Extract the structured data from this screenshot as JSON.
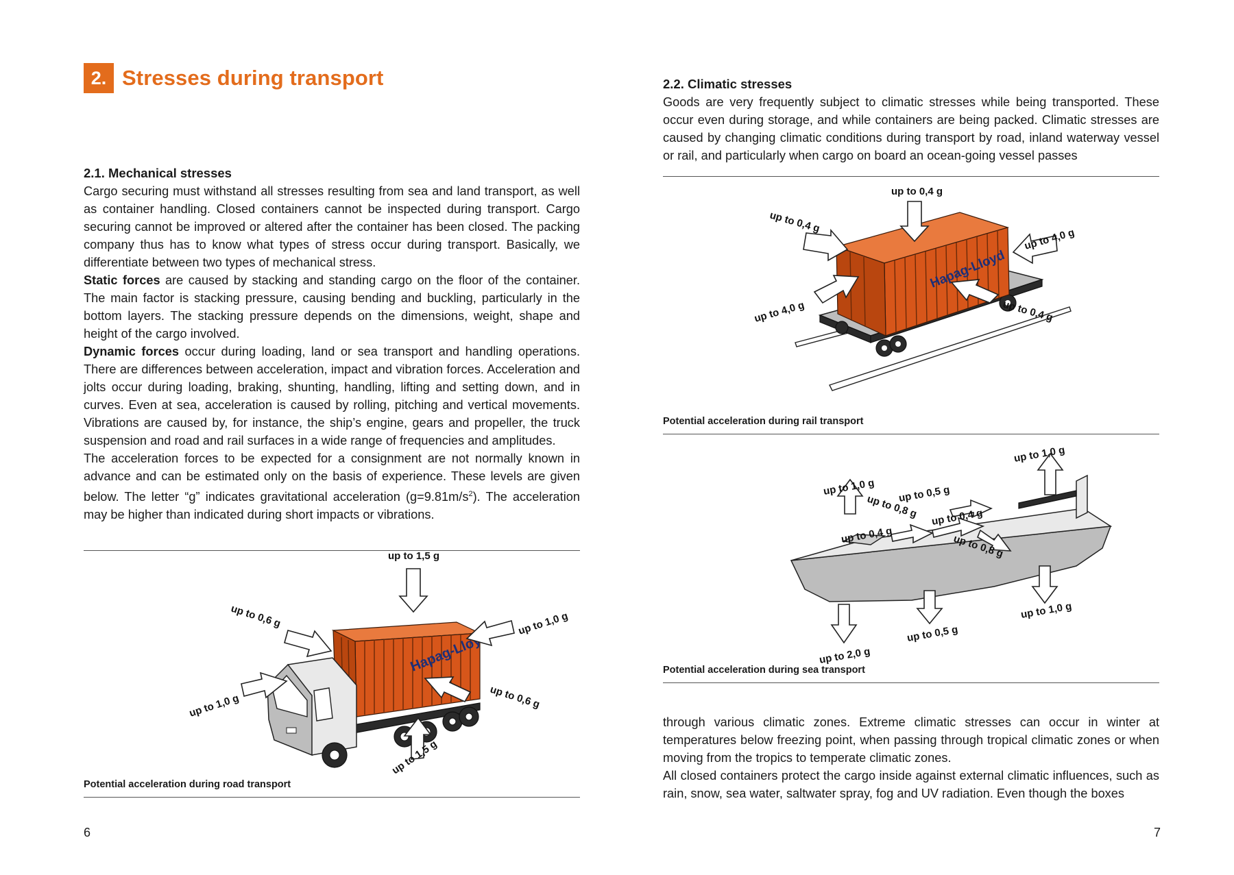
{
  "left": {
    "chapter_number": "2.",
    "chapter_title": "Stresses during transport",
    "section_heading": "2.1. Mechanical stresses",
    "para1": "Cargo securing must withstand all stresses resulting from sea and land transport, as well as container handling. Closed containers cannot be inspected during transport. Cargo securing cannot be improved or altered after the container has been closed. The packing company thus has to know what types of stress occur during transport. Basically, we differentiate between two types of mechanical stress.",
    "static_term": "Static forces",
    "static_text": " are caused by stacking and standing cargo on the floor of the container. The main factor is stacking pressure, causing bending and buckling, particularly in the bottom layers. The stacking pressure depends on the dimensions, weight, shape and height of the cargo involved.",
    "dynamic_term": "Dynamic forces",
    "dynamic_text": " occur during loading, land or sea transport and handling operations. There are differences between acceleration, impact and vibration forces. Acceleration and jolts occur during loading, braking, shunting, handling, lifting and setting down, and in curves. Even at sea, acceleration is caused by rolling, pitching and vertical movements. Vibrations are caused by, for instance, the ship’s engine, gears and propeller, the truck suspension and road and rail surfaces in a wide range of frequencies and amplitudes.",
    "accel_text_a": "The acceleration forces to be expected for a consignment are not normally known in advance and can be estimated only on the basis of experience. These levels are given below. The letter “g” indicates gravitational acceleration (g=9.81m/s",
    "accel_sup": "2",
    "accel_text_b": "). The acceleration may be higher than indicated during short impacts or vibrations.",
    "road_figure": {
      "label_top": "up to 1,5 g",
      "label_rear_left": "up to 0,6 g",
      "label_rear_right": "up to 1,0 g",
      "label_front": "up to 1,0 g",
      "label_side": "up to 0,6 g",
      "label_bottom": "up to 1,5 g",
      "container_brand": "Hapag-Lloyd"
    },
    "road_caption": "Potential acceleration during road transport",
    "page_number": "6"
  },
  "right": {
    "section_heading": "2.2. Climatic stresses",
    "para1": "Goods are very frequently subject to climatic stresses while being transported. These occur even during storage, and while containers are being packed. Climatic stresses are caused by changing climatic conditions during transport by road, inland waterway vessel or rail, and particularly when cargo on board an ocean-going vessel passes",
    "rail_figure": {
      "label_top": "up to 0,4 g",
      "label_upper_left": "up to 0,4 g",
      "label_upper_right": "up to 4,0 g",
      "label_lower_left": "up to 4,0 g",
      "label_lower_right": "up to 0,4 g",
      "container_brand": "Hapag-Lloyd"
    },
    "rail_caption": "Potential acceleration during rail transport",
    "sea_figure": {
      "label_1": "up to 1,0 g",
      "label_2": "up to 1,0 g",
      "label_3": "up to 0,8 g",
      "label_4": "up to 0,5 g",
      "label_5": "up to 0,4 g",
      "label_6": "up to 0,4 g",
      "label_7": "up to 0,8 g",
      "label_8": "up to 1,0 g",
      "label_9": "up to 0,5 g",
      "label_10": "up to 2,0 g"
    },
    "sea_caption": "Potential acceleration during sea transport",
    "para2": "through various climatic zones. Extreme climatic stresses can occur in winter at temperatures below freezing point, when passing through tropical climatic zones or when moving from the tropics to temperate climatic zones.",
    "para3": "All closed containers protect the cargo inside against external climatic influences, such as rain, snow, sea water, saltwater spray, fog and UV radiation. Even though the boxes",
    "page_number": "7"
  },
  "colors": {
    "accent": "#e36c1c",
    "container": "#d7561a",
    "hull": "#bdbdbd"
  }
}
